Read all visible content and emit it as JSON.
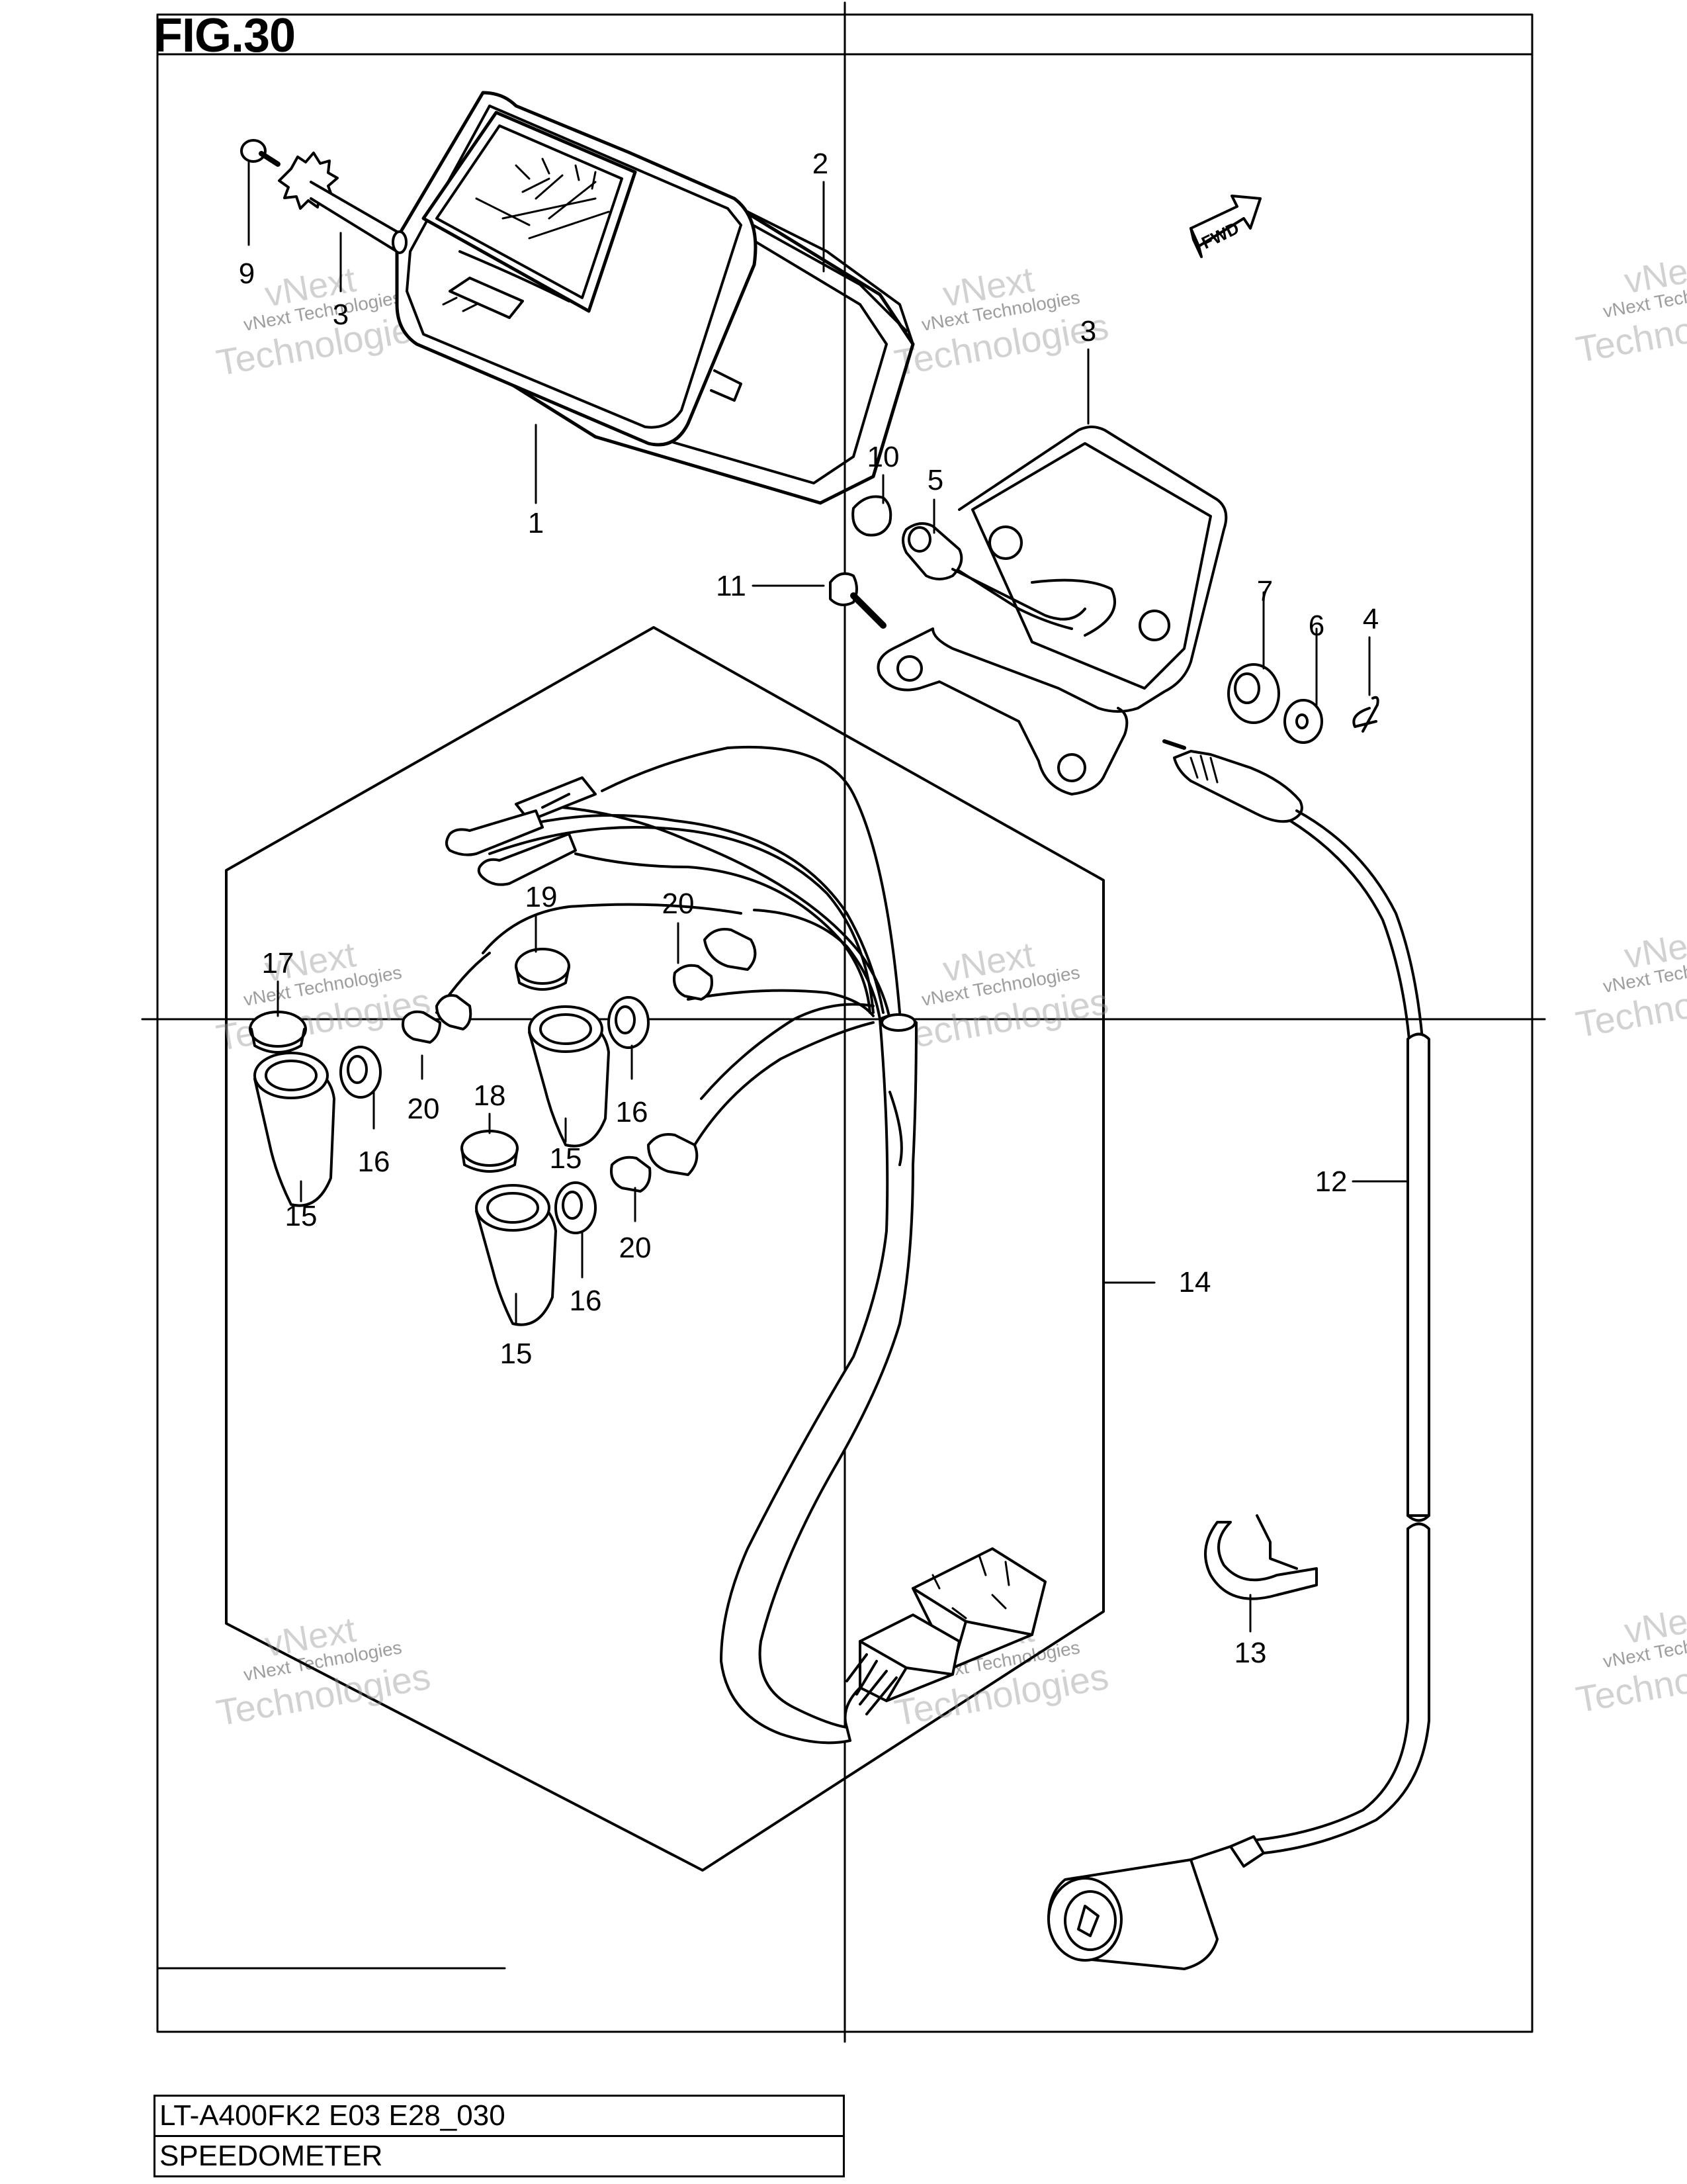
{
  "figure": {
    "title": "FIG.30"
  },
  "info": {
    "model_code": "LT-A400FK2 E03 E28_030",
    "part_name": "SPEEDOMETER"
  },
  "fwd_label": "FWD",
  "callouts": [
    {
      "id": "c-1",
      "label": "1"
    },
    {
      "id": "c-2",
      "label": "2"
    },
    {
      "id": "c-3a",
      "label": "3"
    },
    {
      "id": "c-3b",
      "label": "3"
    },
    {
      "id": "c-4",
      "label": "4"
    },
    {
      "id": "c-5",
      "label": "5"
    },
    {
      "id": "c-6",
      "label": "6"
    },
    {
      "id": "c-7",
      "label": "7"
    },
    {
      "id": "c-9",
      "label": "9"
    },
    {
      "id": "c-10",
      "label": "10"
    },
    {
      "id": "c-11",
      "label": "11"
    },
    {
      "id": "c-12",
      "label": "12"
    },
    {
      "id": "c-13",
      "label": "13"
    },
    {
      "id": "c-14",
      "label": "14"
    },
    {
      "id": "c-15a",
      "label": "15"
    },
    {
      "id": "c-15b",
      "label": "15"
    },
    {
      "id": "c-15c",
      "label": "15"
    },
    {
      "id": "c-16a",
      "label": "16"
    },
    {
      "id": "c-16b",
      "label": "16"
    },
    {
      "id": "c-16c",
      "label": "16"
    },
    {
      "id": "c-17",
      "label": "17"
    },
    {
      "id": "c-18",
      "label": "18"
    },
    {
      "id": "c-19",
      "label": "19"
    },
    {
      "id": "c-20a",
      "label": "20"
    },
    {
      "id": "c-20b",
      "label": "20"
    },
    {
      "id": "c-20c",
      "label": "20"
    }
  ],
  "watermark": {
    "line1": "vNext",
    "line2": "vNext Technologies",
    "line3": "Technologies"
  }
}
